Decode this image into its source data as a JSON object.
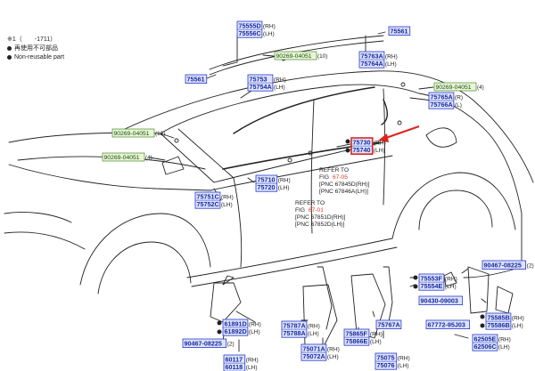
{
  "legend": {
    "note": "※1（　　-1711）",
    "items": [
      {
        "text": "再使用不可部品"
      },
      {
        "text": "Non-reusable part"
      }
    ]
  },
  "colors": {
    "label_fill": "#dde4ff",
    "label_border": "#2a38c8",
    "label_text": "#1a2a9a",
    "bolt_fill": "#e8f6d6",
    "bolt_border": "#4a8a2a",
    "highlight": "#e0241b",
    "line": "#222222"
  },
  "parts": {
    "p75555": [
      "75555D",
      "75556C"
    ],
    "p75561a": [
      "75561"
    ],
    "p75561b": [
      "75561"
    ],
    "p75763": [
      "75763A",
      "75764A"
    ],
    "p75753": [
      "75753",
      "75754A"
    ],
    "p75765": [
      "75765A",
      "75766A"
    ],
    "p75730": [
      "75730",
      "75740"
    ],
    "p75710": [
      "75710",
      "75720"
    ],
    "p75751": [
      "75751C",
      "75752C"
    ],
    "p75553": [
      "75553F",
      "75554E"
    ],
    "p90467b": [
      "90467-08225"
    ],
    "p90430": [
      "90430-09003"
    ],
    "p67772": [
      "67772-95J03"
    ],
    "p75585": [
      "75585B",
      "75586B"
    ],
    "p62505": [
      "62505E",
      "62506C"
    ],
    "p75787": [
      "75787A",
      "75788A"
    ],
    "p75767": [
      "75767A"
    ],
    "p75865": [
      "75865F",
      "75866E"
    ],
    "p75071": [
      "75071A",
      "75072A"
    ],
    "p75075": [
      "75075",
      "75076"
    ],
    "p61891": [
      "61891D",
      "61892D"
    ],
    "p90467a": [
      "90467-08225"
    ],
    "p60117": [
      "60117",
      "60118"
    ]
  },
  "bolts": {
    "b10": {
      "num": "90269-04051",
      "qty": "(10)"
    },
    "b4a": {
      "num": "90269-04051",
      "qty": "(4)"
    },
    "b12": {
      "num": "90269-04051",
      "qty": "(12)"
    },
    "b4b": {
      "num": "90269-04051",
      "qty": "(4)"
    }
  },
  "suffix": {
    "rh": "(RH)",
    "lh": "(LH)",
    "r": "(R)",
    "l": "(L)",
    "x2": "(2)"
  },
  "refs": {
    "fig1": {
      "title": "REFER TO",
      "fig_prefix": "FIG",
      "fig": "67-05",
      "pnc1": "[PNC 67845D(RH)]",
      "pnc2": "[PNC 67846A(LH)]"
    },
    "fig2": {
      "title": "REFER TO",
      "fig_prefix": "FIG",
      "fig": "67-01",
      "pnc1": "[PNC 67851D(RH)]",
      "pnc2": "[PNC 67852D(LH)]"
    }
  }
}
